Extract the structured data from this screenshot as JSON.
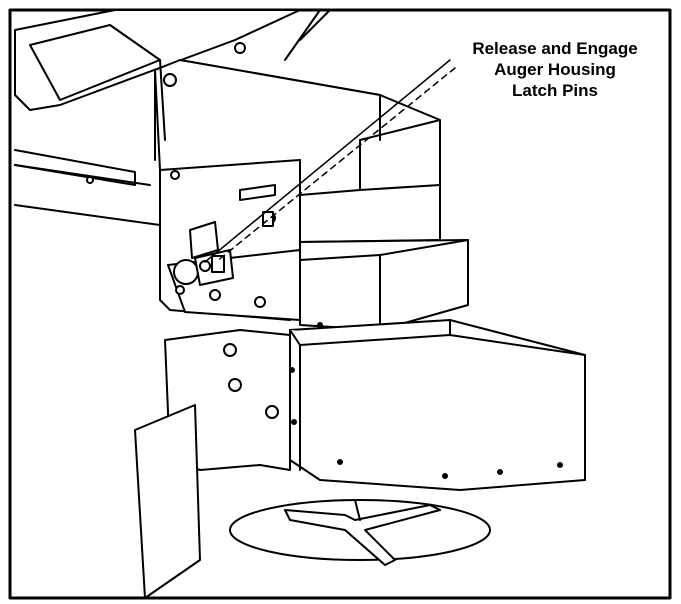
{
  "callout": {
    "lines": [
      "Release and Engage",
      "Auger Housing",
      "Latch Pins"
    ]
  }
}
